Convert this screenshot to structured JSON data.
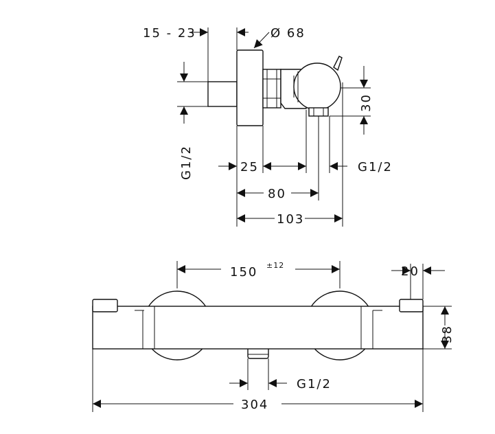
{
  "colors": {
    "line": "#111111",
    "background": "#ffffff"
  },
  "side_view": {
    "labels": {
      "projection": "15 - 23",
      "diameter": "Ø 68",
      "inlet_thread": "G1/2",
      "height": "30",
      "offset_25": "25",
      "outlet_thread": "G1/2",
      "depth_80": "80",
      "depth_103": "103"
    }
  },
  "front_view": {
    "labels": {
      "center_distance": "150",
      "tolerance": "±12",
      "end_length": "20",
      "body_height": "38",
      "outlet_thread": "G1/2",
      "overall_length": "304"
    }
  }
}
